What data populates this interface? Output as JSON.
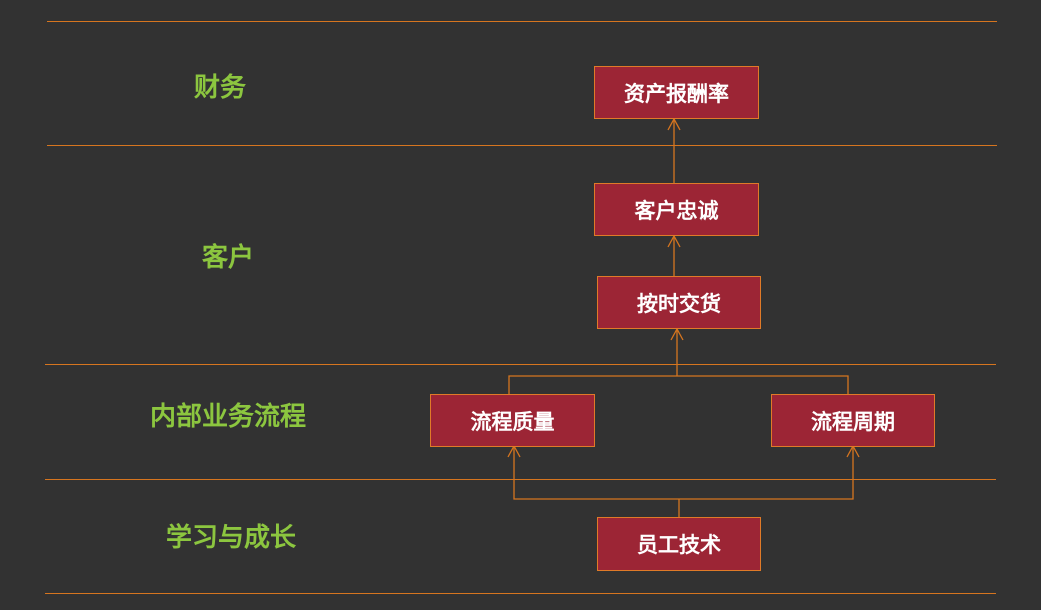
{
  "perspectives": {
    "finance": "财务",
    "customer": "客户",
    "internal_process": "内部业务流程",
    "learning_growth": "学习与成长"
  },
  "boxes": {
    "roa": "资产报酬率",
    "loyalty": "客户忠诚",
    "on_time_delivery": "按时交货",
    "process_quality": "流程质量",
    "process_cycle": "流程周期",
    "employee_skills": "员工技术"
  },
  "colors": {
    "background": "#323232",
    "separator": "#d6751f",
    "label": "#8cc63f",
    "box_fill": "#9c2535",
    "box_border": "#e07a28",
    "box_text": "#ffffff",
    "connector": "#d6751f"
  }
}
